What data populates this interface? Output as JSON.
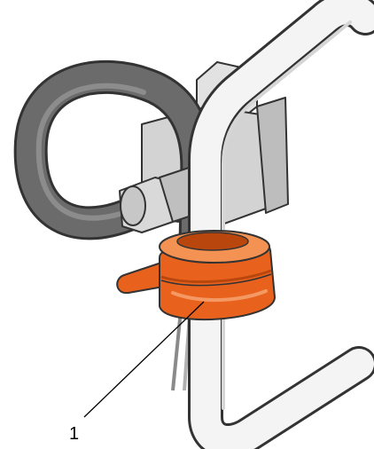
{
  "diagram": {
    "callouts": [
      {
        "number": "1",
        "target": "cable-strap"
      }
    ],
    "colors": {
      "strap_orange": "#E8621E",
      "strap_highlight": "#F39252",
      "strap_shadow": "#B8460D",
      "cable_dark": "#4A4A4A",
      "cable_mid": "#6B6B6B",
      "cable_light": "#9A9A9A",
      "handle_outline": "#333333",
      "handle_fill": "#F4F4F4",
      "bracket_fill": "#D3D3D3",
      "callout_line": "#000000"
    },
    "icons": {
      "handle": "server-rack-handle",
      "cable": "power-cable-loop",
      "strap": "velcro-cable-strap",
      "connector": "power-connector-plug"
    }
  }
}
